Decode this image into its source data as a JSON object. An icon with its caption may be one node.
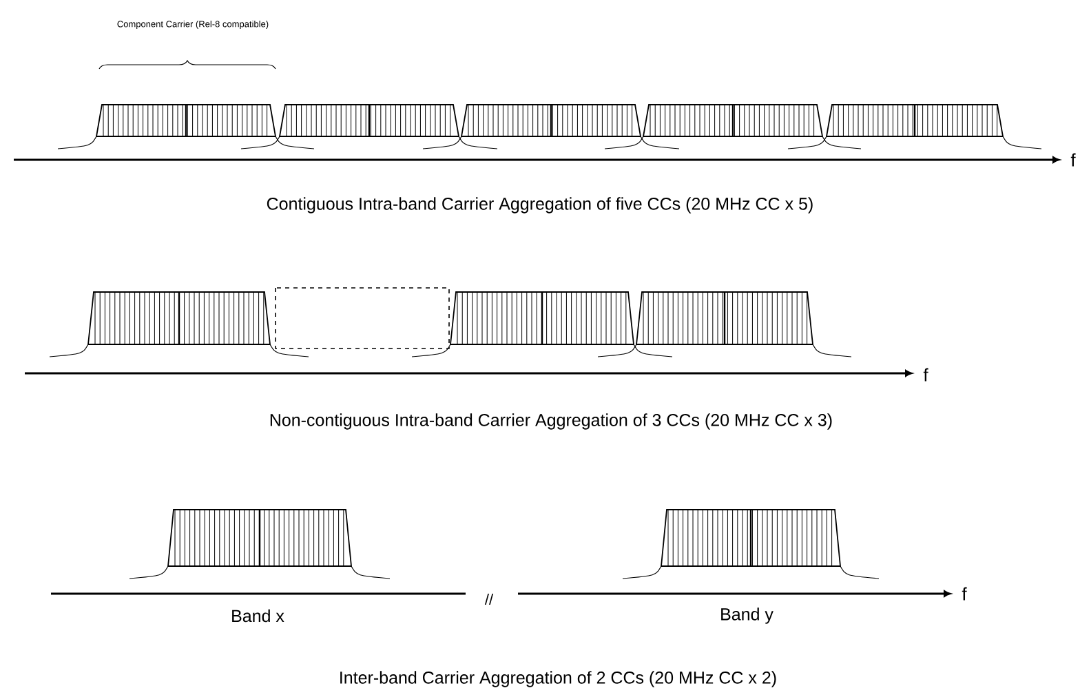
{
  "diagram": {
    "labels": [
      "Component Carrier (Rel-8 compatible)",
      "f",
      "Contiguous Intra-band Carrier Aggregation of five CCs (20 MHz CC x 5)",
      "f",
      "Non-contiguous Intra-band Carrier Aggregation of 3 CCs (20 MHz CC x 3)",
      "Band x",
      "//",
      "Band y",
      "f",
      "Inter-band Carrier Aggregation of 2 CCs (20 MHz CC x 2)"
    ]
  }
}
